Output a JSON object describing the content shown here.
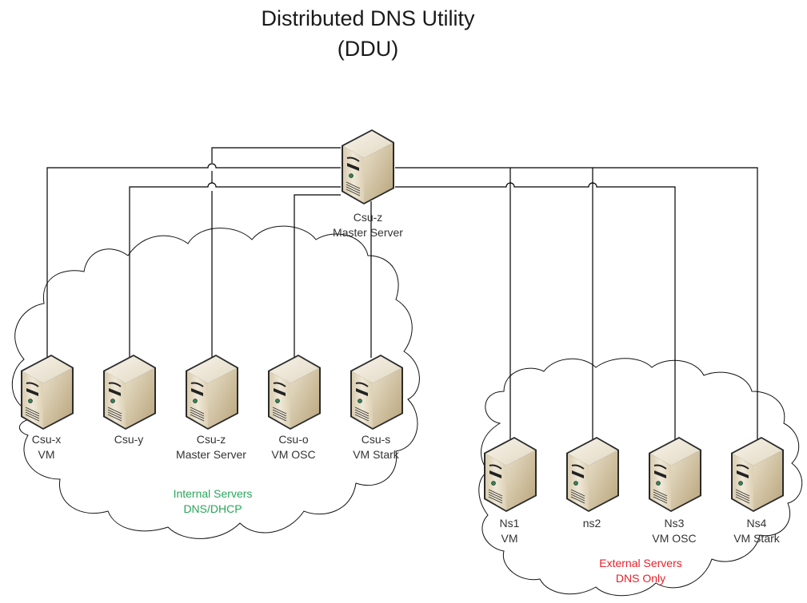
{
  "title": {
    "line1": "Distributed DNS Utility",
    "line2": "(DDU)"
  },
  "colors": {
    "line": "#000000",
    "internal_label": "#2aa65a",
    "external_label": "#e8202a",
    "server_front": "#e9e0cc",
    "server_side": "#c9b894",
    "server_top": "#f3eee2",
    "server_led": "#2e8b57"
  },
  "master": {
    "name": "Csu-z",
    "role": "Master Server",
    "icon": "server-tower-icon"
  },
  "groups": [
    {
      "id": "internal",
      "label_line1": "Internal Servers",
      "label_line2": "DNS/DHCP",
      "servers": [
        {
          "name": "Csu-x",
          "role": "VM"
        },
        {
          "name": "Csu-y",
          "role": ""
        },
        {
          "name": "Csu-z",
          "role": "Master Server"
        },
        {
          "name": "Csu-o",
          "role": "VM OSC"
        },
        {
          "name": "Csu-s",
          "role": "VM Stark"
        }
      ]
    },
    {
      "id": "external",
      "label_line1": "External Servers",
      "label_line2": "DNS Only",
      "servers": [
        {
          "name": "Ns1",
          "role": "VM"
        },
        {
          "name": "ns2",
          "role": ""
        },
        {
          "name": "Ns3",
          "role": "VM OSC"
        },
        {
          "name": "Ns4",
          "role": "VM Stark"
        }
      ]
    }
  ]
}
